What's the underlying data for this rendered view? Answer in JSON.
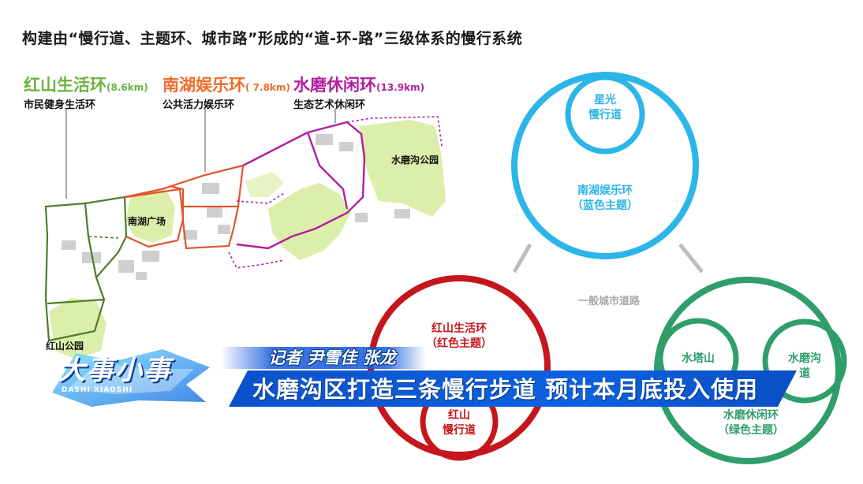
{
  "title": "构建由“慢行道、主题环、城市路”形成的“道-环-路”三级体系的慢行系统",
  "routes": [
    {
      "name": "红山生活环",
      "km": "(8.6km)",
      "desc": "市民健身生活环",
      "color": "#6cb33f"
    },
    {
      "name": "南湖娱乐环",
      "km": "( 7.8km)",
      "desc": "公共活力娱乐环",
      "color": "#ef6c2a"
    },
    {
      "name": "水磨休闲环",
      "km": "(13.9km)",
      "desc": "生态艺术休闲环",
      "color": "#b11f9e"
    }
  ],
  "map_labels": {
    "nanhu_square": "南湖广场",
    "hongshan_park": "红山公园",
    "shuimogou_park": "水磨沟公园"
  },
  "diagram": {
    "blue_inner": {
      "line1": "星光",
      "line2": "慢行道"
    },
    "blue_outer": {
      "line1": "南湖娱乐环",
      "line2": "（蓝色主题）"
    },
    "red_inner": {
      "line1": "红山",
      "line2": "慢行道"
    },
    "red_outer": {
      "line1": "红山生活环",
      "line2": "（红色主题）"
    },
    "green_inner_left": "水塔山",
    "green_inner_right": {
      "line1": "水磨沟",
      "line2": "道"
    },
    "green_outer": {
      "line1": "水磨休闲环",
      "line2": "（绿色主题）"
    },
    "city_road": "一般城市道路",
    "colors": {
      "blue": "#2bb5e8",
      "red": "#c4161c",
      "green": "#2f9e6a"
    }
  },
  "overlay": {
    "logo": "大事小事",
    "logo_sub": "DASHI XIAOSHI",
    "reporter": "记者  尹雪佳  张龙",
    "headline": "水磨沟区打造三条慢行步道  预计本月底投入使用"
  }
}
